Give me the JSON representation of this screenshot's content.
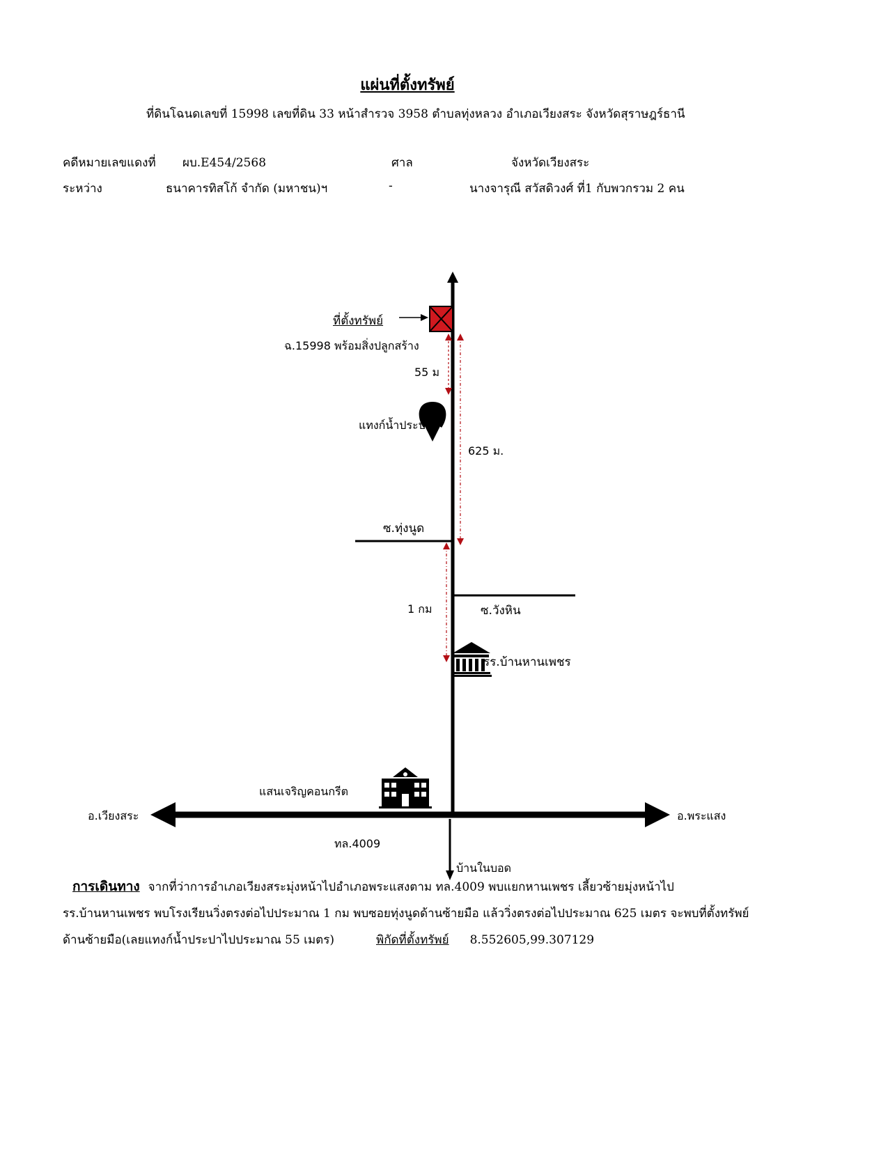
{
  "header": {
    "title": "แผ่นที่ตั้งทรัพย์",
    "subtitle": "ที่ดินโฉนดเลขที่ 15998 เลขที่ดิน 33 หน้าสำรวจ 3958 ตำบลทุ่งหลวง อำเภอเวียงสระ จังหวัดสุราษฎร์ธานี"
  },
  "case": {
    "case_label": "คดีหมายเลขแดงที่",
    "case_no": "ผบ.E454/2568",
    "court_label": "ศาล",
    "court": "จังหวัดเวียงสระ",
    "between_label": "ระหว่าง",
    "plaintiff": "ธนาคารทิสโก้ จำกัด (มหาชน)ฯ",
    "dash": "-",
    "defendant": "นางจารุณี  สวัสดิวงศ์ ที่1 กับพวกรวม 2 คน"
  },
  "map": {
    "property_label": "ที่ตั้งทรัพย์",
    "deed_label": "ฉ.15998 พร้อมสิ่งปลูกสร้าง",
    "dist_55": "55 ม",
    "water_tank": "แทงก์น้ำประปา",
    "dist_625": "625 ม.",
    "soi_thungnut": "ซ.ทุ่งนูด",
    "dist_1km": "1 กม",
    "soi_wanghin": "ซ.วังหิน",
    "school": "รร.บ้านหานเพชร",
    "store": "แสนเจริญคอนกรีต",
    "left_dest": "อ.เวียงสระ",
    "right_dest": "อ.พระแสง",
    "highway": "ทล.4009",
    "south_dest": "บ้านในบอด",
    "property_marker_color": "#d0191f",
    "dimension_color": "#b30f15"
  },
  "directions": {
    "heading": "การเดินทาง",
    "line1": "จากที่ว่าการอำเภอเวียงสระมุ่งหน้าไปอำเภอพระแสงตาม ทล.4009 พบแยกหานเพชร เลี้ยวซ้ายมุ่งหน้าไป",
    "line2": "รร.บ้านหานเพชร พบโรงเรียนวิ่งตรงต่อไปประมาณ 1 กม พบซอยทุ่งนูดด้านซ้ายมือ แล้ววิ่งตรงต่อไปประมาณ 625 เมตร จะพบที่ตั้งทรัพย์",
    "line3": "ด้านซ้ายมือ(เลยแทงก์น้ำประปาไปประมาณ 55 เมตร)",
    "coord_label": "พิกัดที่ตั้งทรัพย์",
    "coord_value": "8.552605,99.307129"
  }
}
